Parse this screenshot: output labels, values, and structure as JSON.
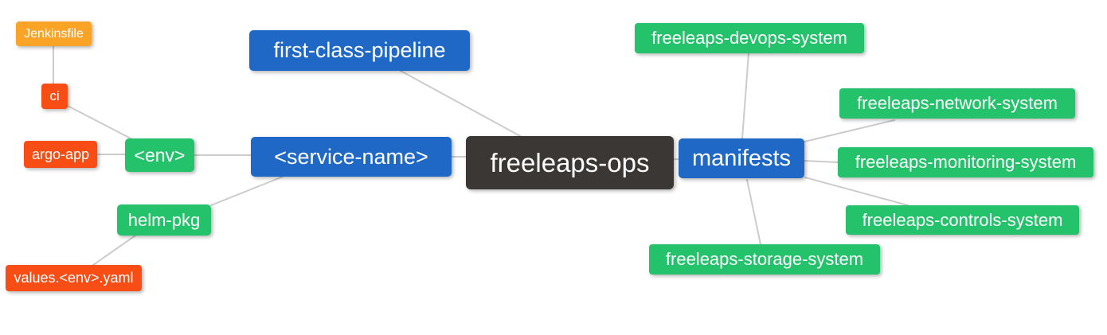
{
  "palette": {
    "root_node": "#3b3734",
    "branch_blue": "#1f68c5",
    "leaf_green": "#25c26c",
    "leaf_red": "#f94d16",
    "leaf_orange": "#f9a427",
    "edge_line": "#cccccc",
    "node_text": "#ffffff",
    "background": "#ffffff"
  },
  "diagram": {
    "type": "mindmap",
    "root_label": "freeleaps-ops",
    "nodes": [
      {
        "id": "jenkinsfile",
        "label": "Jenkinsfile",
        "color": "orange"
      },
      {
        "id": "ci",
        "label": "ci",
        "color": "red"
      },
      {
        "id": "argo-app",
        "label": "argo-app",
        "color": "red"
      },
      {
        "id": "env",
        "label": "<env>",
        "color": "green"
      },
      {
        "id": "helm-pkg",
        "label": "helm-pkg",
        "color": "green"
      },
      {
        "id": "values-env-yaml",
        "label": "values.<env>.yaml",
        "color": "red"
      },
      {
        "id": "first-class-pipeline",
        "label": "first-class-pipeline",
        "color": "blue"
      },
      {
        "id": "service-name",
        "label": "<service-name>",
        "color": "blue"
      },
      {
        "id": "freeleaps-ops",
        "label": "freeleaps-ops",
        "color": "dark"
      },
      {
        "id": "manifests",
        "label": "manifests",
        "color": "blue"
      },
      {
        "id": "freeleaps-devops-system",
        "label": "freeleaps-devops-system",
        "color": "green"
      },
      {
        "id": "freeleaps-network-system",
        "label": "freeleaps-network-system",
        "color": "green"
      },
      {
        "id": "freeleaps-monitoring-system",
        "label": "freeleaps-monitoring-system",
        "color": "green"
      },
      {
        "id": "freeleaps-controls-system",
        "label": "freeleaps-controls-system",
        "color": "green"
      },
      {
        "id": "freeleaps-storage-system",
        "label": "freeleaps-storage-system",
        "color": "green"
      }
    ],
    "edges": [
      {
        "from": "Jenkinsfile",
        "to": "ci"
      },
      {
        "from": "ci",
        "to": "<env>"
      },
      {
        "from": "argo-app",
        "to": "<env>"
      },
      {
        "from": "<env>",
        "to": "<service-name>"
      },
      {
        "from": "helm-pkg",
        "to": "<service-name>"
      },
      {
        "from": "values.<env>.yaml",
        "to": "helm-pkg"
      },
      {
        "from": "first-class-pipeline",
        "to": "freeleaps-ops"
      },
      {
        "from": "<service-name>",
        "to": "freeleaps-ops"
      },
      {
        "from": "freeleaps-ops",
        "to": "manifests"
      },
      {
        "from": "manifests",
        "to": "freeleaps-devops-system"
      },
      {
        "from": "manifests",
        "to": "freeleaps-network-system"
      },
      {
        "from": "manifests",
        "to": "freeleaps-monitoring-system"
      },
      {
        "from": "manifests",
        "to": "freeleaps-controls-system"
      },
      {
        "from": "manifests",
        "to": "freeleaps-storage-system"
      }
    ]
  }
}
